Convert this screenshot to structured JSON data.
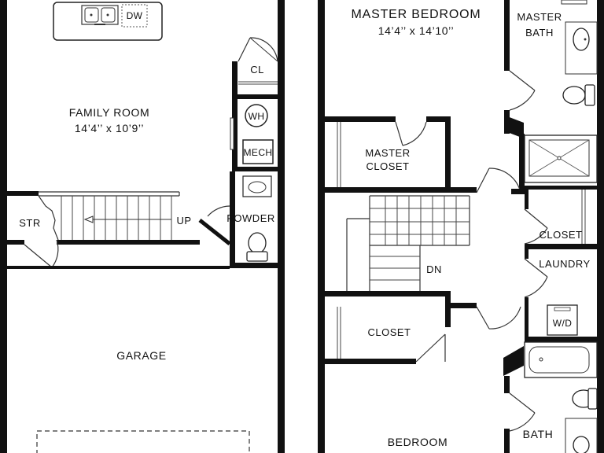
{
  "rooms": {
    "family_room": {
      "name": "FAMILY ROOM",
      "dims": "14’4’’ x 10’9’’"
    },
    "master_bedroom": {
      "name": "MASTER BEDROOM",
      "dims": "14’4’’ x 14’10’’"
    },
    "master_bath": {
      "line1": "MASTER",
      "line2": "BATH"
    },
    "master_closet": {
      "line1": "MASTER",
      "line2": "CLOSET"
    },
    "garage": "GARAGE",
    "powder": "POWDER",
    "closet_cl": "CL",
    "water_heater": "WH",
    "mechanical": "MECH",
    "storage": "STR",
    "closet_upper_right": "CLOSET",
    "laundry": "LAUNDRY",
    "washer_dryer": "W/D",
    "closet_lower": "CLOSET",
    "bedroom": "BEDROOM",
    "bath": "BATH",
    "dishwasher": "DW"
  },
  "stairs": {
    "up": "UP",
    "down": "DN"
  },
  "colors": {
    "wall": "#111111",
    "line": "#222222",
    "fixture": "#555555",
    "background": "#ffffff"
  }
}
